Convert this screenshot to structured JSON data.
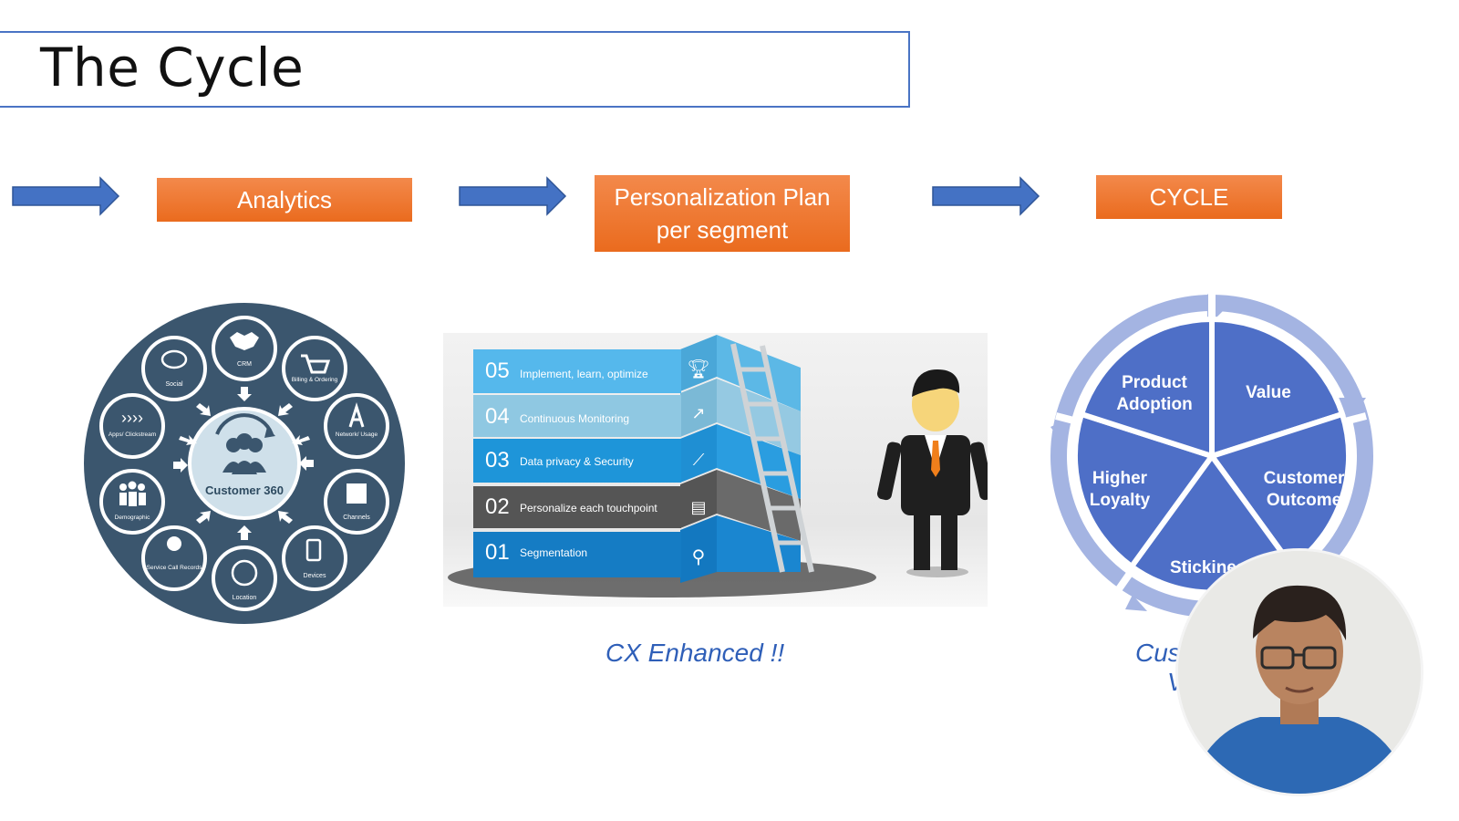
{
  "page_title": "The Cycle",
  "flow": {
    "box1": "Analytics",
    "box2_line1": "Personalization Plan",
    "box2_line2": "per segment",
    "box3": "CYCLE"
  },
  "customer360": {
    "center": "Customer 360",
    "nodes": [
      "CRM",
      "Billing & Ordering",
      "Network/ Usage",
      "Channels",
      "Devices",
      "Location",
      "Service Call Records",
      "Demographic",
      "Apps/ Clickstream",
      "Social"
    ]
  },
  "steps": [
    {
      "num": "05",
      "label": "Implement, learn, optimize"
    },
    {
      "num": "04",
      "label": "Continuous Monitoring"
    },
    {
      "num": "03",
      "label": "Data privacy & Security"
    },
    {
      "num": "02",
      "label": "Personalize each touchpoint"
    },
    {
      "num": "01",
      "label": "Segmentation"
    }
  ],
  "cx_caption": "CX Enhanced !!",
  "cycle": {
    "segments": [
      "Value",
      "Customer Outcome",
      "Stickiness",
      "Higher Loyalty",
      "Product Adoption"
    ],
    "caption_partial_1": "Cust",
    "caption_partial_2": "V"
  },
  "colors": {
    "arrow": "#4472c4",
    "orange": "#ed7d31",
    "wheel_dark": "#3b566e",
    "cycle_blue": "#4e6fc7",
    "cycle_ring": "#a4b4e2"
  }
}
